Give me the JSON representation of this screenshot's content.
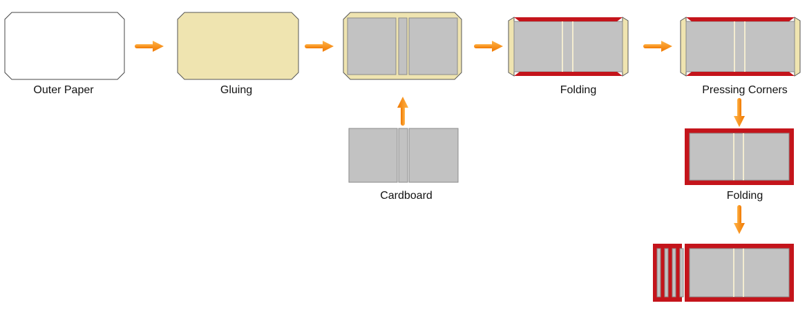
{
  "steps": {
    "outer_paper": "Outer Paper",
    "gluing": "Gluing",
    "cardboard": "Cardboard",
    "folding_1": "Folding",
    "pressing_corners": "Pressing Corners",
    "folding_2": "Folding"
  },
  "colors": {
    "paper": "#ffffff",
    "glue": "#efe4b0",
    "cardboard": "#c2c2c2",
    "folded_edge": "#c4141b",
    "arrow": "#f7931e"
  }
}
